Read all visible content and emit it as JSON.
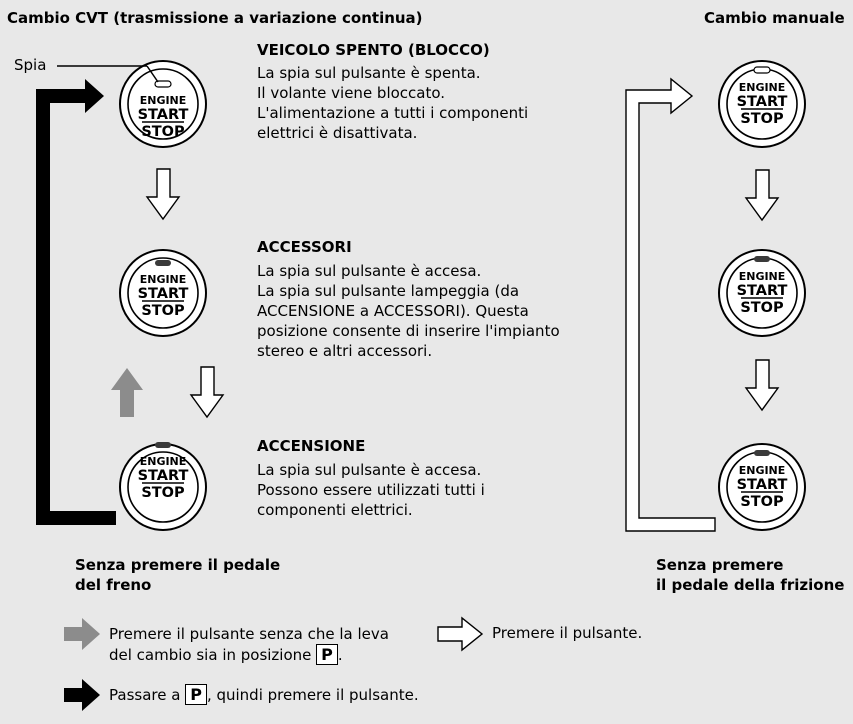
{
  "titles": {
    "cvt": "Cambio CVT (trasmissione a variazione continua)",
    "manual": "Cambio manuale"
  },
  "indicator_label": "Spia",
  "button": {
    "line1": "ENGINE",
    "line2": "START",
    "line3": "STOP"
  },
  "modes": [
    {
      "title": "VEICOLO SPENTO (BLOCCO)",
      "lines": [
        "La spia sul pulsante è spenta.",
        "Il volante viene bloccato.",
        "L'alimentazione a tutti i componenti",
        "elettrici è disattivata."
      ]
    },
    {
      "title": "ACCESSORI",
      "lines": [
        "La spia sul pulsante è accesa.",
        "La spia sul pulsante lampeggia (da",
        "ACCENSIONE a ACCESSORI). Questa",
        "posizione consente di inserire l'impianto",
        "stereo e altri accessori."
      ]
    },
    {
      "title": "ACCENSIONE",
      "lines": [
        "La spia sul pulsante è accesa.",
        "Possono essere utilizzati tutti i",
        "componenti elettrici."
      ]
    }
  ],
  "notes": {
    "cvt": [
      "Senza premere il pedale",
      "del freno"
    ],
    "manual": [
      "Senza premere",
      "il pedale della frizione"
    ]
  },
  "legend": {
    "gray_line1": "Premere il pulsante senza che la leva",
    "gray_line2_pre": "del cambio sia in posizione",
    "gray_key": "P",
    "gray_line2_post": ".",
    "white": "Premere il pulsante.",
    "black_pre": "Passare a",
    "black_key": "P",
    "black_post": ", quindi premere il pulsante."
  },
  "colors": {
    "gray_arrow": "#8c8c8c",
    "black_arrow": "#000000",
    "white_arrow": "#ffffff",
    "panel": "#e8e8e8",
    "indicator_on": "#3a3a3a"
  }
}
